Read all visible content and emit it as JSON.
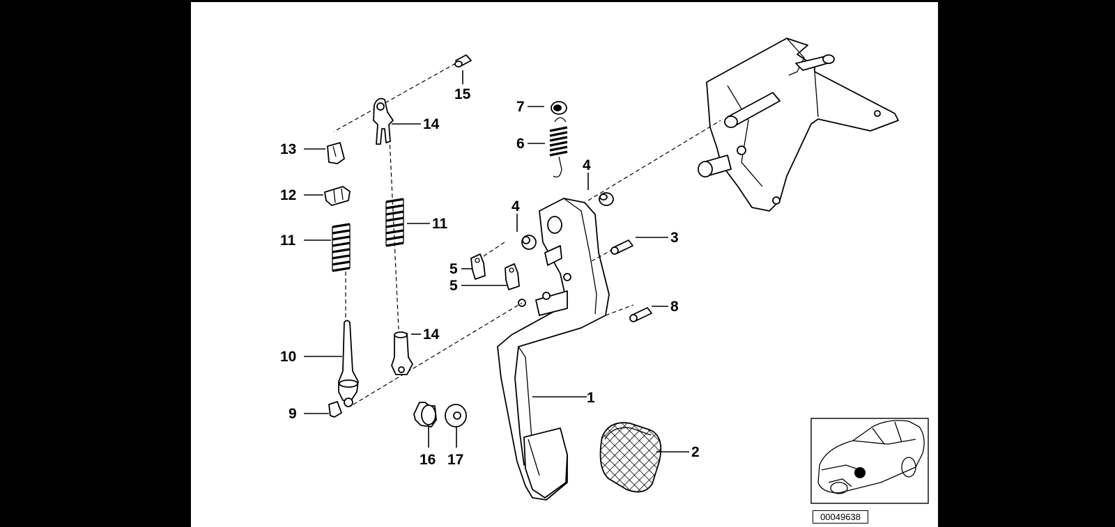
{
  "diagram": {
    "id": "00049638",
    "callouts": {
      "c1": "1",
      "c2": "2",
      "c3": "3",
      "c4a": "4",
      "c4b": "4",
      "c5a": "5",
      "c5b": "5",
      "c6": "6",
      "c7": "7",
      "c8": "8",
      "c9": "9",
      "c10": "10",
      "c11a": "11",
      "c11b": "11",
      "c12": "12",
      "c13": "13",
      "c14a": "14",
      "c14b": "14",
      "c15": "15",
      "c16": "16",
      "c17": "17"
    }
  }
}
